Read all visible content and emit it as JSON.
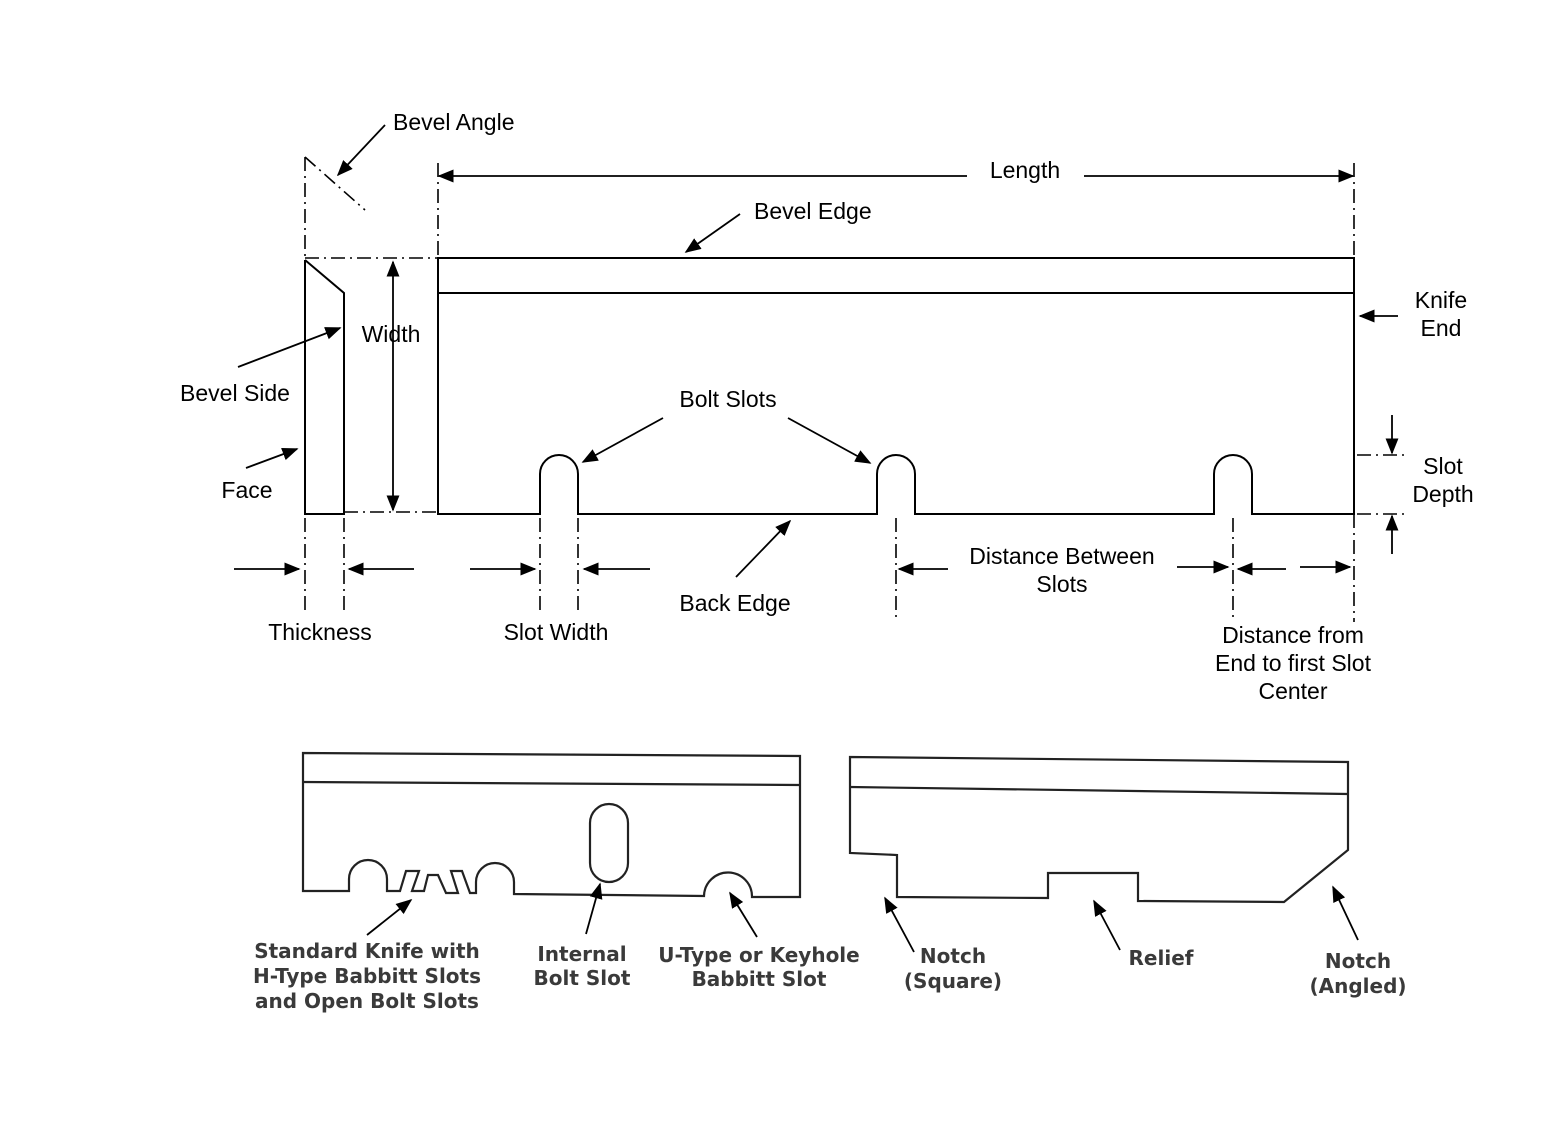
{
  "labels": {
    "bevel_angle": "Bevel Angle",
    "length": "Length",
    "bevel_edge": "Bevel Edge",
    "knife_end_1": "Knife",
    "knife_end_2": "End",
    "width": "Width",
    "bevel_side": "Bevel Side",
    "face": "Face",
    "bolt_slots": "Bolt Slots",
    "slot_depth_1": "Slot",
    "slot_depth_2": "Depth",
    "distance_between_1": "Distance Between",
    "distance_between_2": "Slots",
    "back_edge": "Back Edge",
    "thickness": "Thickness",
    "slot_width": "Slot Width",
    "dist_end_1": "Distance from",
    "dist_end_2": "End to first Slot",
    "dist_end_3": "Center"
  },
  "sketch_labels": {
    "standard_1": "Standard Knife with",
    "standard_2": "H-Type Babbitt Slots",
    "standard_3": "and Open Bolt Slots",
    "internal_1": "Internal",
    "internal_2": "Bolt Slot",
    "utype_1": "U-Type or Keyhole",
    "utype_2": "Babbitt Slot",
    "notch_sq_1": "Notch",
    "notch_sq_2": "(Square)",
    "relief": "Relief",
    "notch_ang_1": "Notch",
    "notch_ang_2": "(Angled)"
  }
}
